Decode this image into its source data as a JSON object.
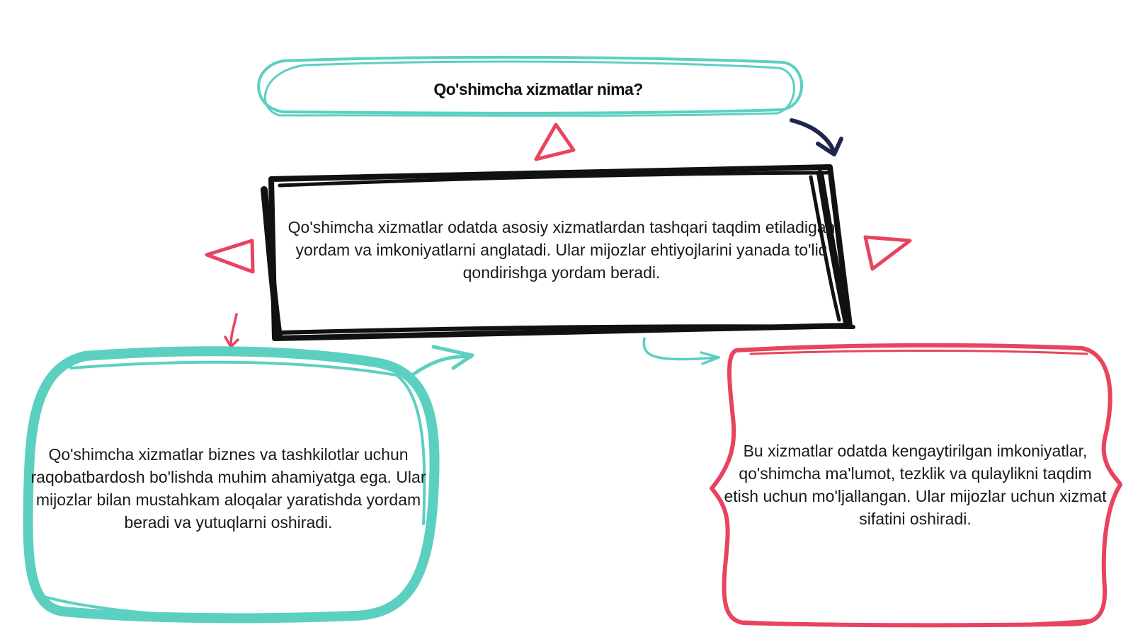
{
  "diagram": {
    "title": "Qo'shimcha xizmatlar nima?",
    "center_text": "Qo'shimcha xizmatlar odatda asosiy xizmatlardan tashqari taqdim etiladigan yordam va imkoniyatlarni anglatadi. Ular mijozlar ehtiyojlarini yanada to'liq qondirishga yordam beradi.",
    "left_text": "Qo'shimcha xizmatlar biznes va tashkilotlar uchun raqobatbardosh bo'lishda muhim ahamiyatga ega. Ular mijozlar bilan mustahkam aloqalar yaratishda yordam beradi va yutuqlarni oshiradi.",
    "right_text": "Bu xizmatlar odatda kengaytirilgan imkoniyatlar, qo'shimcha ma'lumot, tezklik va qulaylikni taqdim etish uchun mo'ljallangan. Ular mijozlar uchun xizmat sifatini oshiradi."
  },
  "colors": {
    "teal": "#5cd0c0",
    "black": "#111111",
    "pink": "#e8435f",
    "navy": "#1e2650",
    "text": "#1a1a1a"
  },
  "icons": [
    "triangle-icon",
    "arrow-icon"
  ]
}
